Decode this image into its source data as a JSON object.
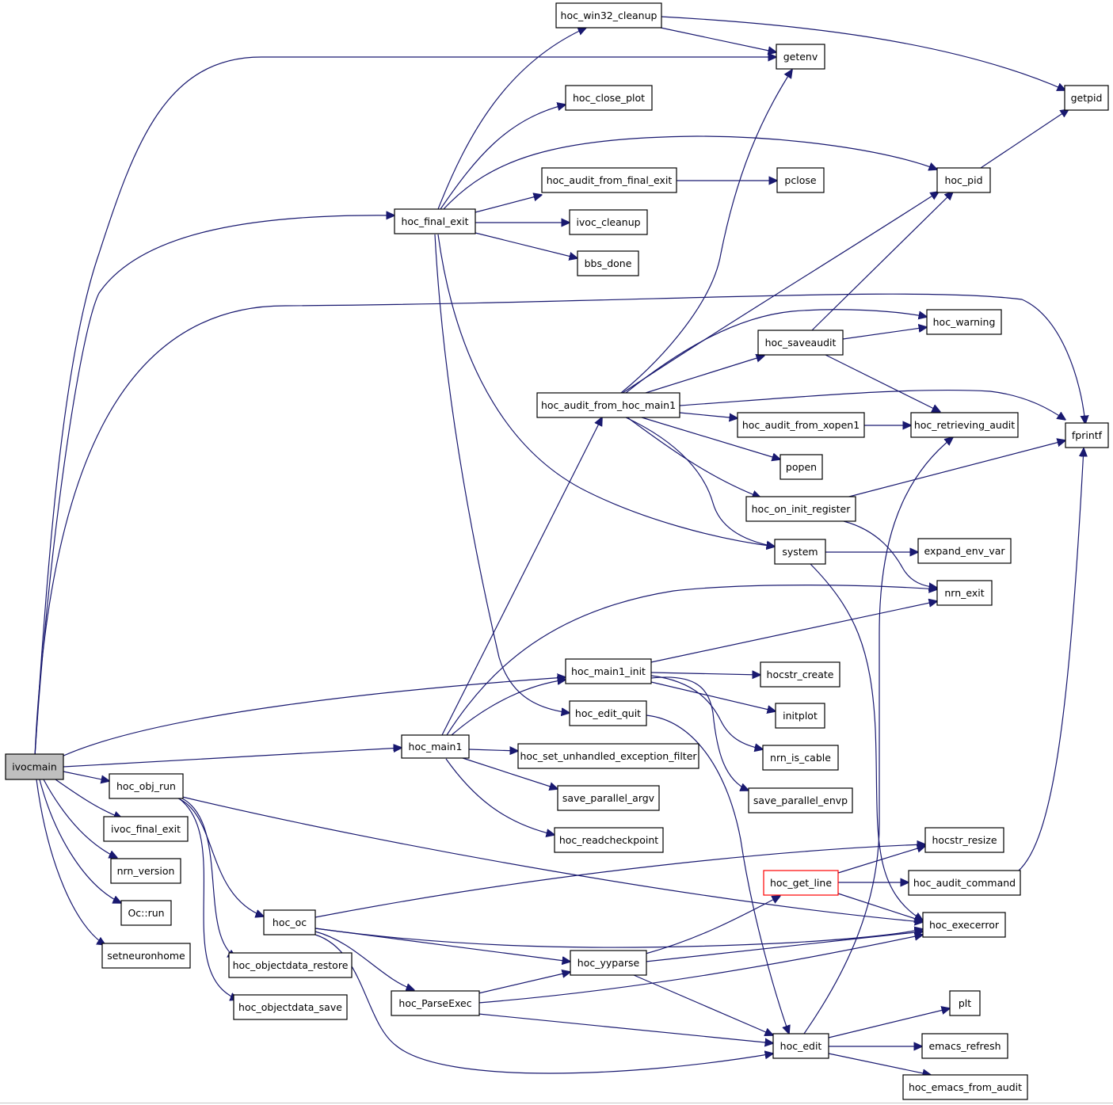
{
  "colors": {
    "edge": "#191970",
    "root_fill": "#bfbfbf",
    "incomplete_border": "#ff0000",
    "border": "#000000"
  },
  "nodes": {
    "ivocmain": "ivocmain",
    "hoc_win32_cleanup": "hoc_win32_cleanup",
    "getenv": "getenv",
    "getpid": "getpid",
    "hoc_close_plot": "hoc_close_plot",
    "hoc_audit_from_final_exit": "hoc_audit_from_final_exit",
    "pclose": "pclose",
    "hoc_pid": "hoc_pid",
    "hoc_final_exit": "hoc_final_exit",
    "ivoc_cleanup": "ivoc_cleanup",
    "bbs_done": "bbs_done",
    "hoc_warning": "hoc_warning",
    "hoc_saveaudit": "hoc_saveaudit",
    "hoc_audit_from_hoc_main1": "hoc_audit_from_hoc_main1",
    "hoc_audit_from_xopen1": "hoc_audit_from_xopen1",
    "hoc_retrieving_audit": "hoc_retrieving_audit",
    "fprintf": "fprintf",
    "popen": "popen",
    "hoc_on_init_register": "hoc_on_init_register",
    "system": "system",
    "expand_env_var": "expand_env_var",
    "nrn_exit": "nrn_exit",
    "hoc_main1_init": "hoc_main1_init",
    "hocstr_create": "hocstr_create",
    "hoc_edit_quit": "hoc_edit_quit",
    "initplot": "initplot",
    "hoc_main1": "hoc_main1",
    "hoc_set_unhandled_exception_filter": "hoc_set_unhandled_exception_filter",
    "nrn_is_cable": "nrn_is_cable",
    "hoc_obj_run": "hoc_obj_run",
    "save_parallel_argv": "save_parallel_argv",
    "save_parallel_envp": "save_parallel_envp",
    "ivoc_final_exit": "ivoc_final_exit",
    "hoc_readcheckpoint": "hoc_readcheckpoint",
    "hocstr_resize": "hocstr_resize",
    "nrn_version": "nrn_version",
    "hoc_get_line": "hoc_get_line",
    "hoc_audit_command": "hoc_audit_command",
    "Oc_run": "Oc::run",
    "hoc_oc": "hoc_oc",
    "hoc_execerror": "hoc_execerror",
    "setneuronhome": "setneuronhome",
    "hoc_yyparse": "hoc_yyparse",
    "hoc_objectdata_restore": "hoc_objectdata_restore",
    "hoc_ParseExec": "hoc_ParseExec",
    "plt": "plt",
    "hoc_objectdata_save": "hoc_objectdata_save",
    "hoc_edit": "hoc_edit",
    "emacs_refresh": "emacs_refresh",
    "hoc_emacs_from_audit": "hoc_emacs_from_audit"
  },
  "edges": [
    [
      "ivocmain",
      "getenv"
    ],
    [
      "ivocmain",
      "hoc_final_exit"
    ],
    [
      "ivocmain",
      "fprintf"
    ],
    [
      "ivocmain",
      "hoc_main1_init"
    ],
    [
      "ivocmain",
      "hoc_main1"
    ],
    [
      "ivocmain",
      "hoc_obj_run"
    ],
    [
      "ivocmain",
      "ivoc_final_exit"
    ],
    [
      "ivocmain",
      "nrn_version"
    ],
    [
      "ivocmain",
      "Oc_run"
    ],
    [
      "ivocmain",
      "setneuronhome"
    ],
    [
      "hoc_win32_cleanup",
      "getenv"
    ],
    [
      "hoc_win32_cleanup",
      "getpid"
    ],
    [
      "hoc_final_exit",
      "hoc_win32_cleanup"
    ],
    [
      "hoc_final_exit",
      "hoc_close_plot"
    ],
    [
      "hoc_final_exit",
      "hoc_pid"
    ],
    [
      "hoc_final_exit",
      "hoc_audit_from_final_exit"
    ],
    [
      "hoc_final_exit",
      "ivoc_cleanup"
    ],
    [
      "hoc_final_exit",
      "bbs_done"
    ],
    [
      "hoc_final_exit",
      "system"
    ],
    [
      "hoc_final_exit",
      "hoc_edit_quit"
    ],
    [
      "hoc_audit_from_final_exit",
      "pclose"
    ],
    [
      "hoc_pid",
      "getpid"
    ],
    [
      "hoc_audit_from_hoc_main1",
      "getenv"
    ],
    [
      "hoc_audit_from_hoc_main1",
      "hoc_pid"
    ],
    [
      "hoc_audit_from_hoc_main1",
      "hoc_warning"
    ],
    [
      "hoc_audit_from_hoc_main1",
      "hoc_saveaudit"
    ],
    [
      "hoc_audit_from_hoc_main1",
      "fprintf"
    ],
    [
      "hoc_audit_from_hoc_main1",
      "hoc_audit_from_xopen1"
    ],
    [
      "hoc_audit_from_hoc_main1",
      "popen"
    ],
    [
      "hoc_audit_from_hoc_main1",
      "hoc_on_init_register"
    ],
    [
      "hoc_audit_from_hoc_main1",
      "system"
    ],
    [
      "hoc_saveaudit",
      "hoc_warning"
    ],
    [
      "hoc_saveaudit",
      "hoc_pid"
    ],
    [
      "hoc_saveaudit",
      "hoc_retrieving_audit"
    ],
    [
      "hoc_audit_from_xopen1",
      "hoc_retrieving_audit"
    ],
    [
      "hoc_on_init_register",
      "fprintf"
    ],
    [
      "hoc_on_init_register",
      "nrn_exit"
    ],
    [
      "system",
      "expand_env_var"
    ],
    [
      "system",
      "hoc_execerror"
    ],
    [
      "hoc_main1_init",
      "nrn_exit"
    ],
    [
      "hoc_main1_init",
      "hocstr_create"
    ],
    [
      "hoc_main1_init",
      "initplot"
    ],
    [
      "hoc_main1_init",
      "nrn_is_cable"
    ],
    [
      "hoc_main1_init",
      "save_parallel_envp"
    ],
    [
      "hoc_edit_quit",
      "hoc_edit"
    ],
    [
      "hoc_main1",
      "hoc_audit_from_hoc_main1"
    ],
    [
      "hoc_main1",
      "nrn_exit"
    ],
    [
      "hoc_main1",
      "hoc_main1_init"
    ],
    [
      "hoc_main1",
      "hoc_set_unhandled_exception_filter"
    ],
    [
      "hoc_main1",
      "save_parallel_argv"
    ],
    [
      "hoc_main1",
      "hoc_readcheckpoint"
    ],
    [
      "hoc_obj_run",
      "hoc_execerror"
    ],
    [
      "hoc_obj_run",
      "hoc_oc"
    ],
    [
      "hoc_obj_run",
      "hoc_objectdata_restore"
    ],
    [
      "hoc_obj_run",
      "hoc_objectdata_save"
    ],
    [
      "hoc_get_line",
      "hocstr_resize"
    ],
    [
      "hoc_get_line",
      "hoc_audit_command"
    ],
    [
      "hoc_get_line",
      "hoc_execerror"
    ],
    [
      "hoc_audit_command",
      "fprintf"
    ],
    [
      "hoc_oc",
      "hocstr_resize"
    ],
    [
      "hoc_oc",
      "hoc_execerror"
    ],
    [
      "hoc_oc",
      "hoc_yyparse"
    ],
    [
      "hoc_oc",
      "hoc_ParseExec"
    ],
    [
      "hoc_oc",
      "hoc_edit"
    ],
    [
      "hoc_yyparse",
      "hoc_get_line"
    ],
    [
      "hoc_yyparse",
      "hoc_execerror"
    ],
    [
      "hoc_yyparse",
      "hoc_edit"
    ],
    [
      "hoc_ParseExec",
      "hoc_yyparse"
    ],
    [
      "hoc_ParseExec",
      "hoc_execerror"
    ],
    [
      "hoc_ParseExec",
      "hoc_edit"
    ],
    [
      "hoc_edit",
      "hoc_retrieving_audit"
    ],
    [
      "hoc_edit",
      "plt"
    ],
    [
      "hoc_edit",
      "emacs_refresh"
    ],
    [
      "hoc_edit",
      "hoc_emacs_from_audit"
    ]
  ]
}
